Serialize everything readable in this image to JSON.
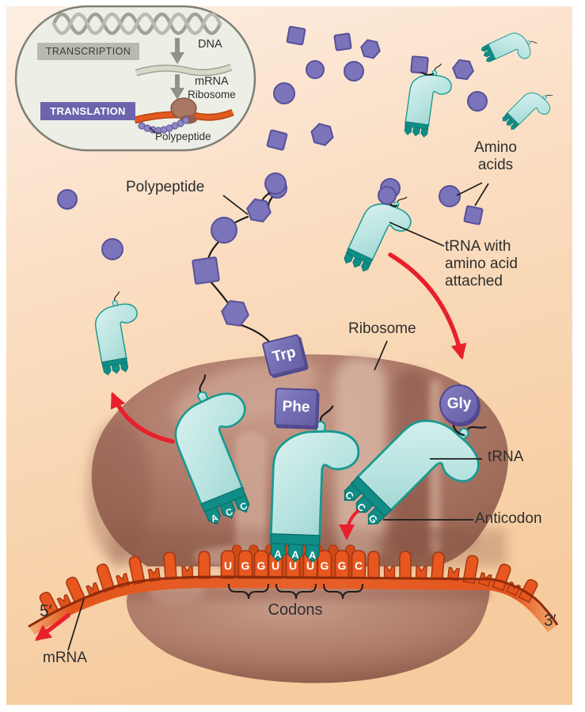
{
  "inset": {
    "transcription": "TRANSCRIPTION",
    "translation": "TRANSLATION",
    "dna": "DNA",
    "mrna": "mRNA",
    "ribosome": "Ribosome",
    "polypeptide": "Polypeptide"
  },
  "labels": {
    "polypeptide": "Polypeptide",
    "amino_acids_1": "Amino",
    "amino_acids_2": "acids",
    "trna_attached_1": "tRNA with",
    "trna_attached_2": "amino acid",
    "trna_attached_3": "attached",
    "ribosome": "Ribosome",
    "trna": "tRNA",
    "anticodon": "Anticodon",
    "codons": "Codons",
    "mrna": "mRNA",
    "five_prime": "5′",
    "three_prime": "3′"
  },
  "tags": {
    "trp": "Trp",
    "phe": "Phe",
    "gly": "Gly"
  },
  "mrna": {
    "codon_letters": [
      "U",
      "G",
      "G",
      "U",
      "U",
      "U",
      "G",
      "G",
      "C"
    ]
  },
  "anticodons": {
    "e_site": [
      "A",
      "C",
      "C"
    ],
    "p_site": [
      "A",
      "A",
      "A"
    ],
    "a_site": [
      "C",
      "C",
      "G"
    ]
  },
  "colors": {
    "background_top": "#fdeee3",
    "background_bottom": "#f6cc9e",
    "ribosome_body": "#ab7767",
    "trna_fill": "#b9e4e1",
    "trna_dark": "#0f8d86",
    "mrna_orange": "#e8571f",
    "amino_acid_purple": "#7b74ba",
    "translation_box": "#6c64ac",
    "arrow_red": "#e8202c",
    "inset_bg": "#edefe6"
  }
}
